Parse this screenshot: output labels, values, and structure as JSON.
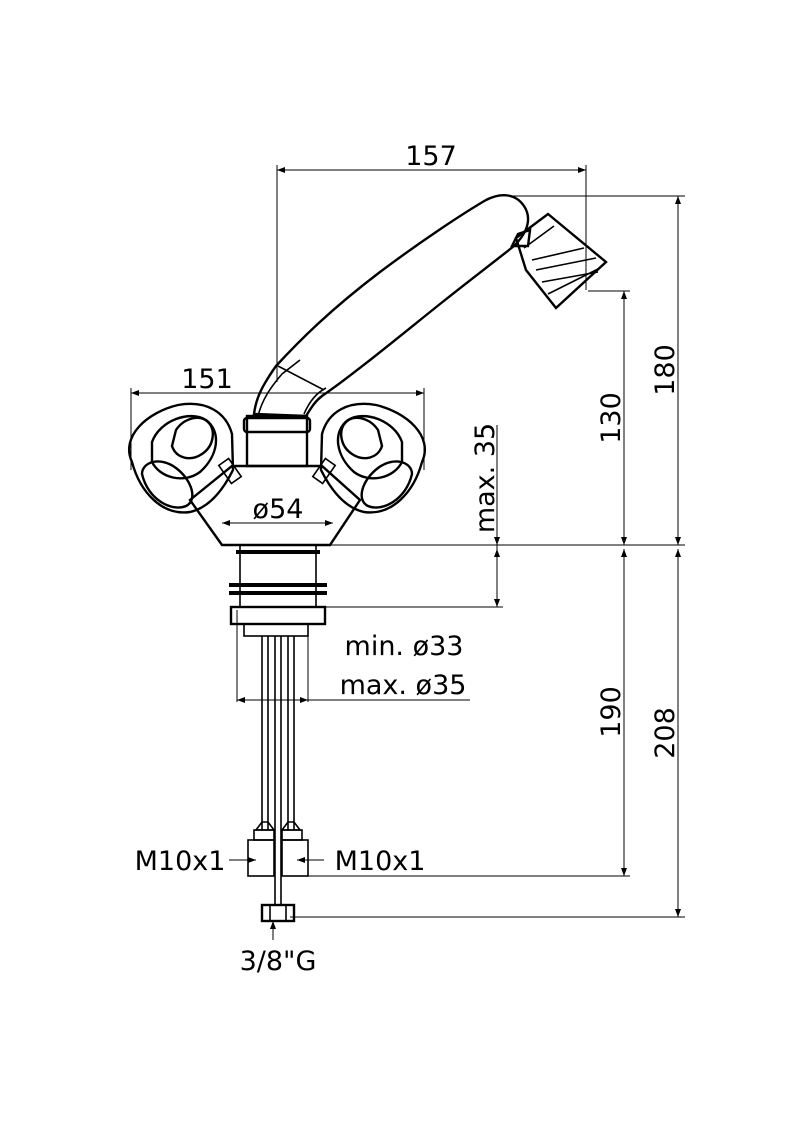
{
  "drawing": {
    "dimensions": {
      "spout_reach": "157",
      "body_width": "151",
      "base_diameter": "ø54",
      "max_deck_thickness": "max. 35",
      "spout_height": "130",
      "overall_height": "180",
      "hole_min": "min. ø33",
      "hole_max": "max. ø35",
      "hose_length": "190",
      "supply_length": "208"
    },
    "connections": {
      "left_thread": "M10x1",
      "right_thread": "M10x1",
      "supply_thread": "3/8\"G"
    }
  }
}
